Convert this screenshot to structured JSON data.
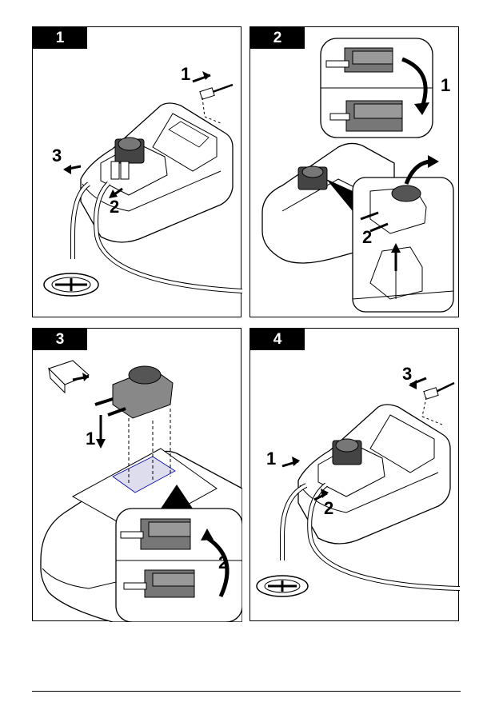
{
  "panels": [
    {
      "number": "1",
      "callouts": [
        "1",
        "2",
        "3"
      ]
    },
    {
      "number": "2",
      "callouts": [
        "1",
        "2"
      ]
    },
    {
      "number": "3",
      "callouts": [
        "1",
        "2"
      ]
    },
    {
      "number": "4",
      "callouts": [
        "1",
        "2",
        "3"
      ]
    }
  ]
}
